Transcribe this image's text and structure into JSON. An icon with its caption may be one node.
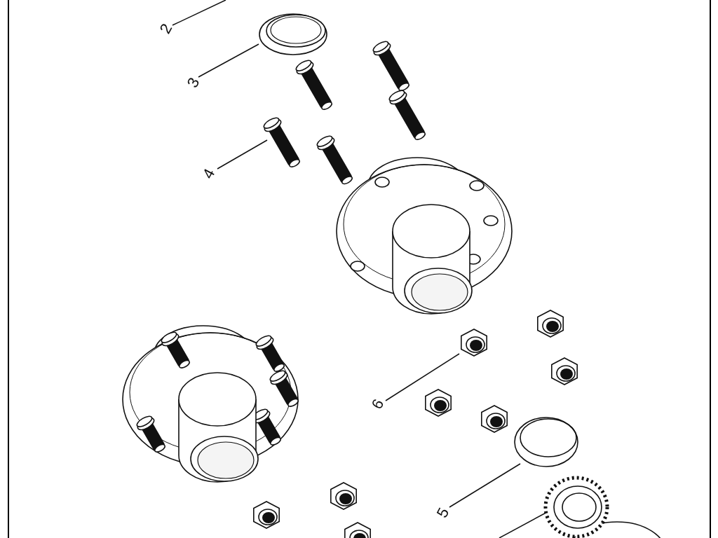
{
  "diagram": {
    "nodes": [
      {
        "text": [
          "2"
        ]
      },
      {
        "text": [
          "3"
        ]
      },
      {
        "text": [],
        "shape": "picture"
      },
      {
        "text": [
          "4"
        ]
      },
      {
        "text": [],
        "shape": "picture"
      },
      {
        "text": [
          "6"
        ]
      },
      {
        "text": [],
        "shape": "picture"
      },
      {
        "text": [
          "5"
        ]
      },
      {
        "text": [],
        "shape": "picture"
      },
      {
        "text": [],
        "shape": "picture"
      }
    ],
    "edges": [
      {
        "from": 0,
        "to": null,
        "arrow": "none"
      },
      {
        "from": 1,
        "to": 2,
        "arrow": "none"
      },
      {
        "from": 3,
        "to": 4,
        "arrow": "none"
      },
      {
        "from": 5,
        "to": 6,
        "arrow": "none"
      },
      {
        "from": 7,
        "to": 8,
        "arrow": "none"
      },
      {
        "from": null,
        "to": 9,
        "arrow": "none"
      }
    ]
  }
}
